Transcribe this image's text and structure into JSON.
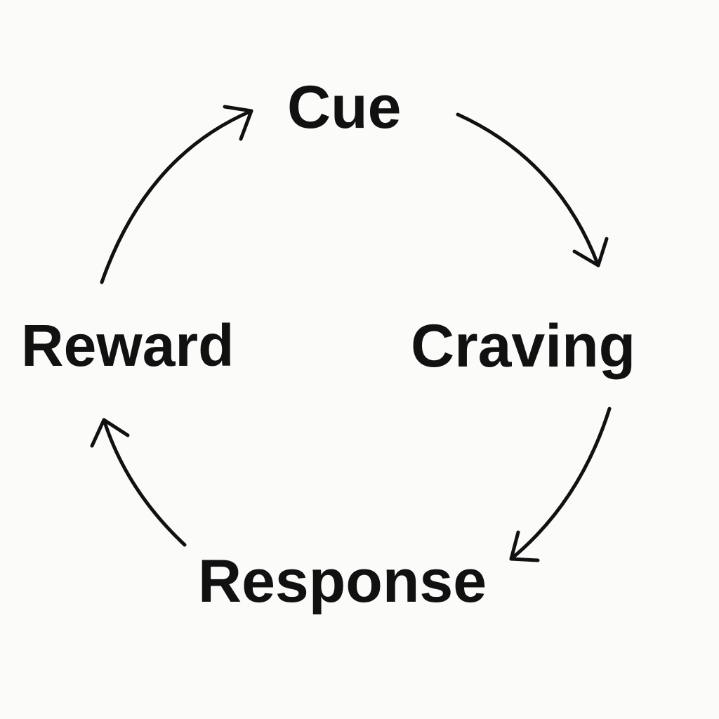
{
  "diagram": {
    "stages": {
      "cue": "Cue",
      "craving": "Craving",
      "response": "Response",
      "reward": "Reward"
    },
    "edges": [
      {
        "from": "Cue",
        "to": "Craving"
      },
      {
        "from": "Craving",
        "to": "Response"
      },
      {
        "from": "Response",
        "to": "Reward"
      },
      {
        "from": "Reward",
        "to": "Cue"
      }
    ],
    "colors": {
      "background": "#fbfbf9",
      "ink": "#111111"
    }
  }
}
